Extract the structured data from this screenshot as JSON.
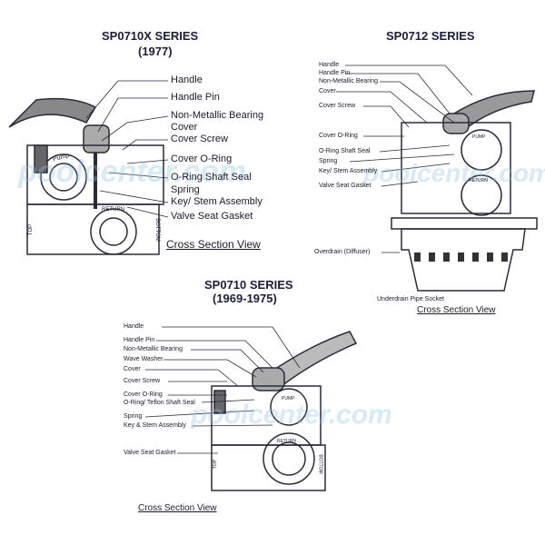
{
  "diagrams": [
    {
      "title": "SP0710X SERIES",
      "subtitle": "(1977)",
      "labels": [
        "Handle",
        "Handle Pin",
        "Non-Metallic Bearing",
        "Cover",
        "Cover Screw",
        "Cover O-Ring",
        "O-Ring Shaft Seal",
        "Spring",
        "Key/ Stem Assembly",
        "Valve Seat Gasket"
      ],
      "caption": "Cross Section View",
      "port_labels": [
        "Pump",
        "RETURN",
        "TOP",
        "BOTTOM"
      ]
    },
    {
      "title": "SP0712 SERIES",
      "labels": [
        "Handle",
        "Handle Pin",
        "Non-Metallic Bearing",
        "Cover",
        "Cover Screw",
        "Cover O-Ring",
        "O-Ring Shaft Seal",
        "Spring",
        "Key/ Stem Assembly",
        "Valve Seat Gasket",
        "Overdrain (Diffuser)",
        "Underdrain Pipe Socket"
      ],
      "caption": "Cross Section View",
      "port_labels": [
        "PUMP",
        "RETURN"
      ]
    },
    {
      "title": "SP0710 SERIES",
      "subtitle": "(1969-1975)",
      "labels": [
        "Handle",
        "Handle Pin",
        "Non-Metallic Bearing",
        "Wave Washer",
        "Cover",
        "Cover Screw",
        "Cover O-Ring",
        "O-Ring/ Teflon Shaft Seal",
        "Spring",
        "Key & Stem Assembly",
        "Valve Seat Gasket"
      ],
      "caption": "Cross Section View",
      "port_labels": [
        "PUMP",
        "RETURN",
        "TOP",
        "BOTTOM"
      ]
    }
  ],
  "watermark": "poolcenter.com"
}
